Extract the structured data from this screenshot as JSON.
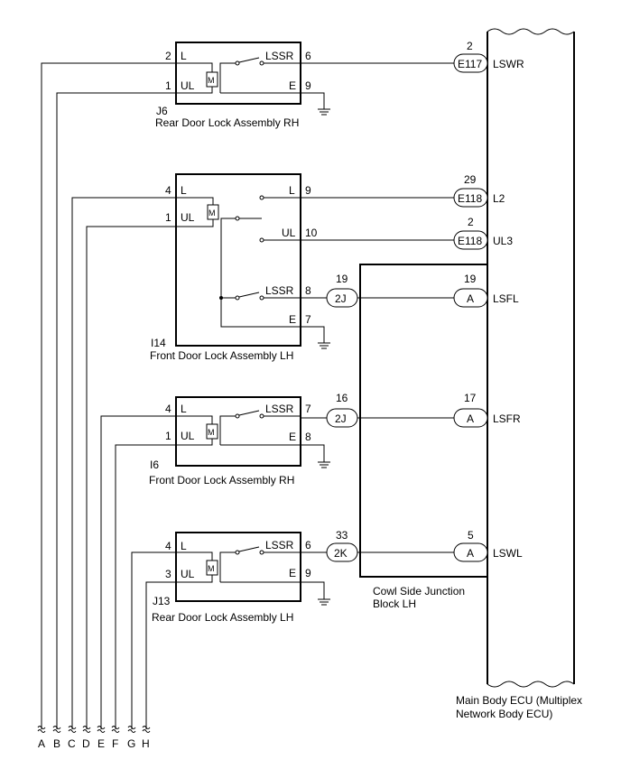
{
  "components": {
    "j6": {
      "code": "J6",
      "name": "Rear Door Lock Assembly RH",
      "pins": {
        "l": "L",
        "l_no": "2",
        "ul": "UL",
        "ul_no": "1",
        "lssr": "LSSR",
        "lssr_no": "6",
        "e": "E",
        "e_no": "9"
      }
    },
    "i14": {
      "code": "I14",
      "name": "Front Door Lock Assembly LH",
      "pins": {
        "l_left": "L",
        "l_left_no": "4",
        "ul_left": "UL",
        "ul_left_no": "1",
        "l_right": "L",
        "l_right_no": "9",
        "ul_right": "UL",
        "ul_right_no": "10",
        "lssr": "LSSR",
        "lssr_no": "8",
        "e": "E",
        "e_no": "7"
      }
    },
    "i6": {
      "code": "I6",
      "name": "Front Door Lock Assembly RH",
      "pins": {
        "l": "L",
        "l_no": "4",
        "ul": "UL",
        "ul_no": "1",
        "lssr": "LSSR",
        "lssr_no": "7",
        "e": "E",
        "e_no": "8"
      }
    },
    "j13": {
      "code": "J13",
      "name": "Rear Door Lock Assembly LH",
      "pins": {
        "l": "L",
        "l_no": "4",
        "ul": "UL",
        "ul_no": "3",
        "lssr": "LSSR",
        "lssr_no": "6",
        "e": "E",
        "e_no": "9"
      }
    }
  },
  "motor_symbol": "M",
  "connectors": {
    "e117": {
      "label": "E117",
      "pin": "2",
      "signal": "LSWR"
    },
    "e118_l2": {
      "label": "E118",
      "pin": "29",
      "signal": "L2"
    },
    "e118_ul3": {
      "label": "E118",
      "pin": "2",
      "signal": "UL3"
    },
    "a_lsfl": {
      "label": "A",
      "pin": "19",
      "signal": "LSFL"
    },
    "a_lsfr": {
      "label": "A",
      "pin": "17",
      "signal": "LSFR"
    },
    "a_lswl": {
      "label": "A",
      "pin": "5",
      "signal": "LSWL"
    },
    "2j_top": {
      "label": "2J",
      "pin": "19"
    },
    "2j_mid": {
      "label": "2J",
      "pin": "16"
    },
    "2k": {
      "label": "2K",
      "pin": "33"
    }
  },
  "junction_block": {
    "line1": "Cowl Side Junction",
    "line2": "Block LH"
  },
  "ecu": {
    "line1": "Main Body ECU (Multiplex",
    "line2": "Network Body ECU)"
  },
  "wire_letters": [
    "A",
    "B",
    "C",
    "D",
    "E",
    "F",
    "G",
    "H"
  ]
}
